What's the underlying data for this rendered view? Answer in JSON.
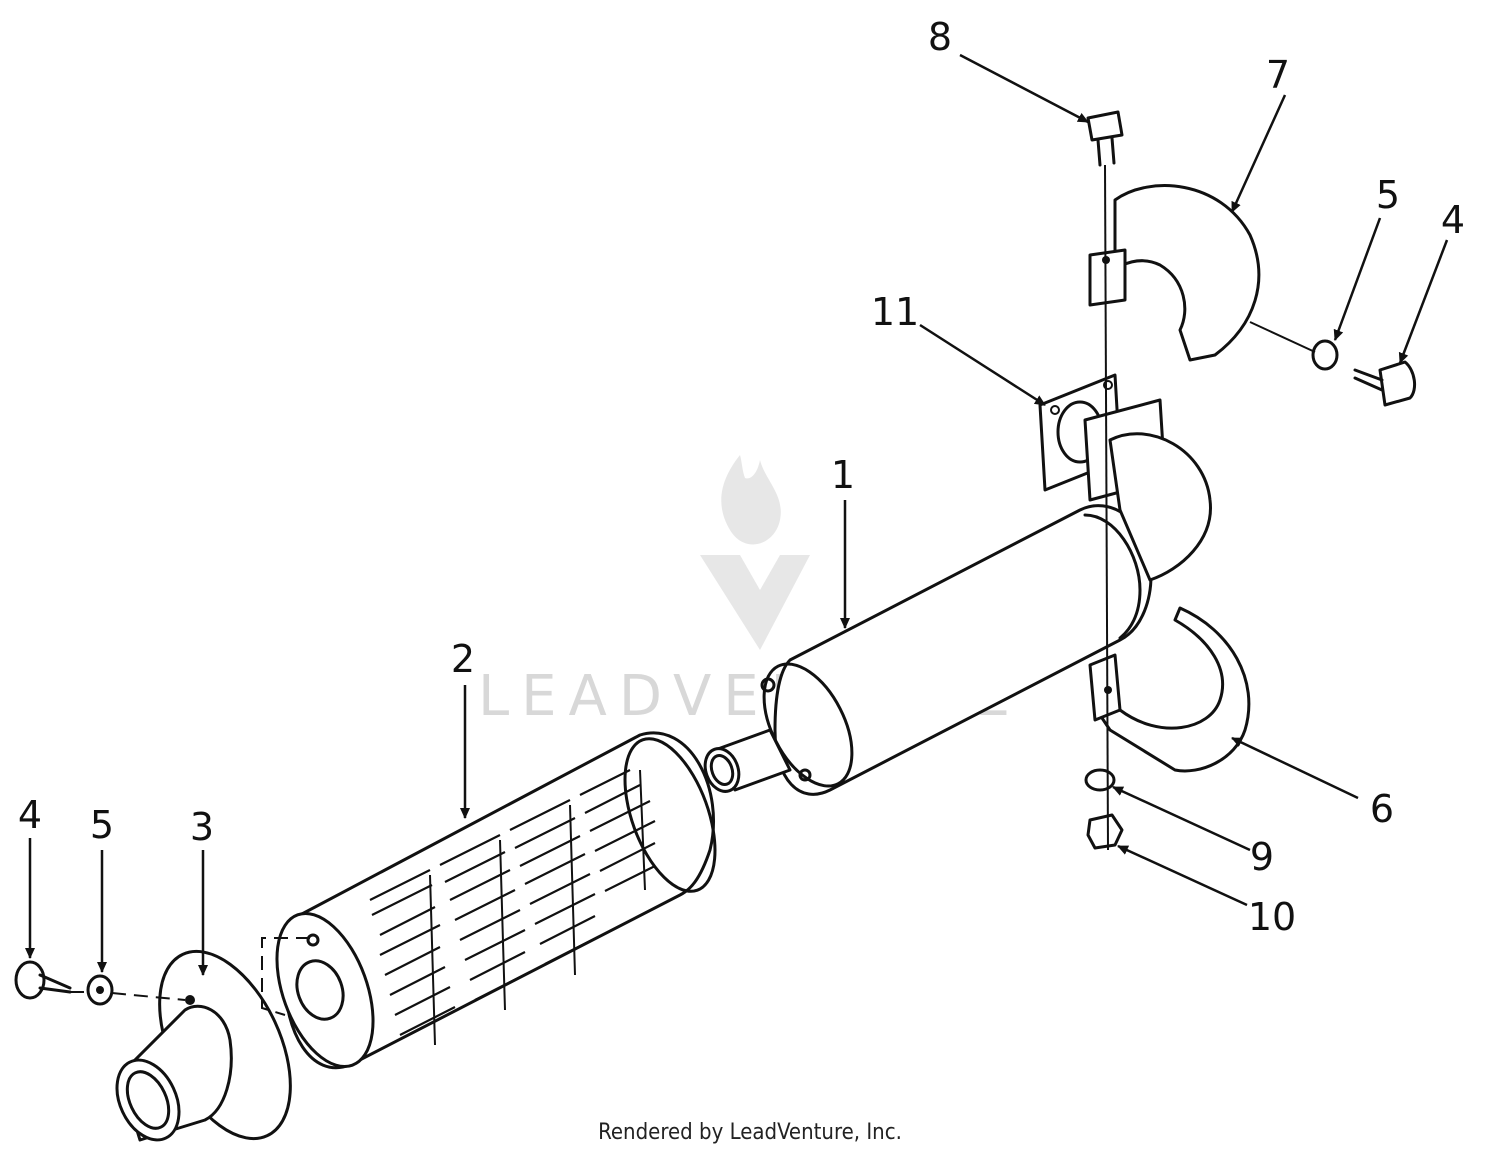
{
  "diagram": {
    "callouts": [
      {
        "id": "c1",
        "label": "1"
      },
      {
        "id": "c2",
        "label": "2"
      },
      {
        "id": "c3",
        "label": "3"
      },
      {
        "id": "c4a",
        "label": "4"
      },
      {
        "id": "c4b",
        "label": "4"
      },
      {
        "id": "c5a",
        "label": "5"
      },
      {
        "id": "c5b",
        "label": "5"
      },
      {
        "id": "c6",
        "label": "6"
      },
      {
        "id": "c7",
        "label": "7"
      },
      {
        "id": "c8",
        "label": "8"
      },
      {
        "id": "c9",
        "label": "9"
      },
      {
        "id": "c10",
        "label": "10"
      },
      {
        "id": "c11",
        "label": "11"
      }
    ],
    "watermark": "LEADVENTURE",
    "footer": "Rendered by LeadVenture, Inc."
  }
}
